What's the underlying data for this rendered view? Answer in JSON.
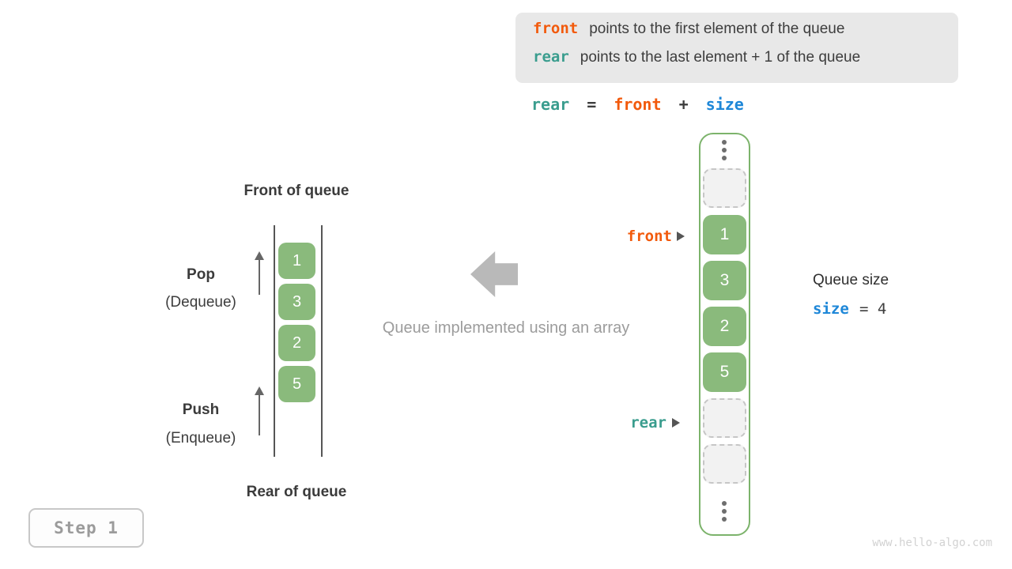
{
  "colors": {
    "keyword_front": "#f25a0c",
    "keyword_rear": "#3a9d8e",
    "keyword_size": "#1e87d8",
    "cell_green": "#8aba7c",
    "container_border": "#7cb36b",
    "legend_bg": "#e8e8e8",
    "muted_gray": "#9c9c9c"
  },
  "legend": {
    "lines": [
      {
        "keyword": "front",
        "text": "points to the first element of the queue"
      },
      {
        "keyword": "rear",
        "text": "points to the last element + 1 of the queue"
      }
    ]
  },
  "equation": {
    "rear": "rear",
    "eq": "=",
    "front": "front",
    "plus": "+",
    "size": "size"
  },
  "left_diagram": {
    "title_top": "Front of queue",
    "title_bottom": "Rear of queue",
    "pop_label": "Pop",
    "pop_sub": "(Dequeue)",
    "push_label": "Push",
    "push_sub": "(Enqueue)",
    "values": [
      "1",
      "3",
      "2",
      "5"
    ]
  },
  "center": {
    "caption": "Queue implemented using an array"
  },
  "right_array": {
    "front_label": "front",
    "rear_label": "rear",
    "values": [
      "1",
      "3",
      "2",
      "5"
    ]
  },
  "size_info": {
    "title": "Queue size",
    "var": "size",
    "rest": "=  4"
  },
  "step_badge": {
    "label": "Step 1"
  },
  "watermark": "www.hello-algo.com"
}
